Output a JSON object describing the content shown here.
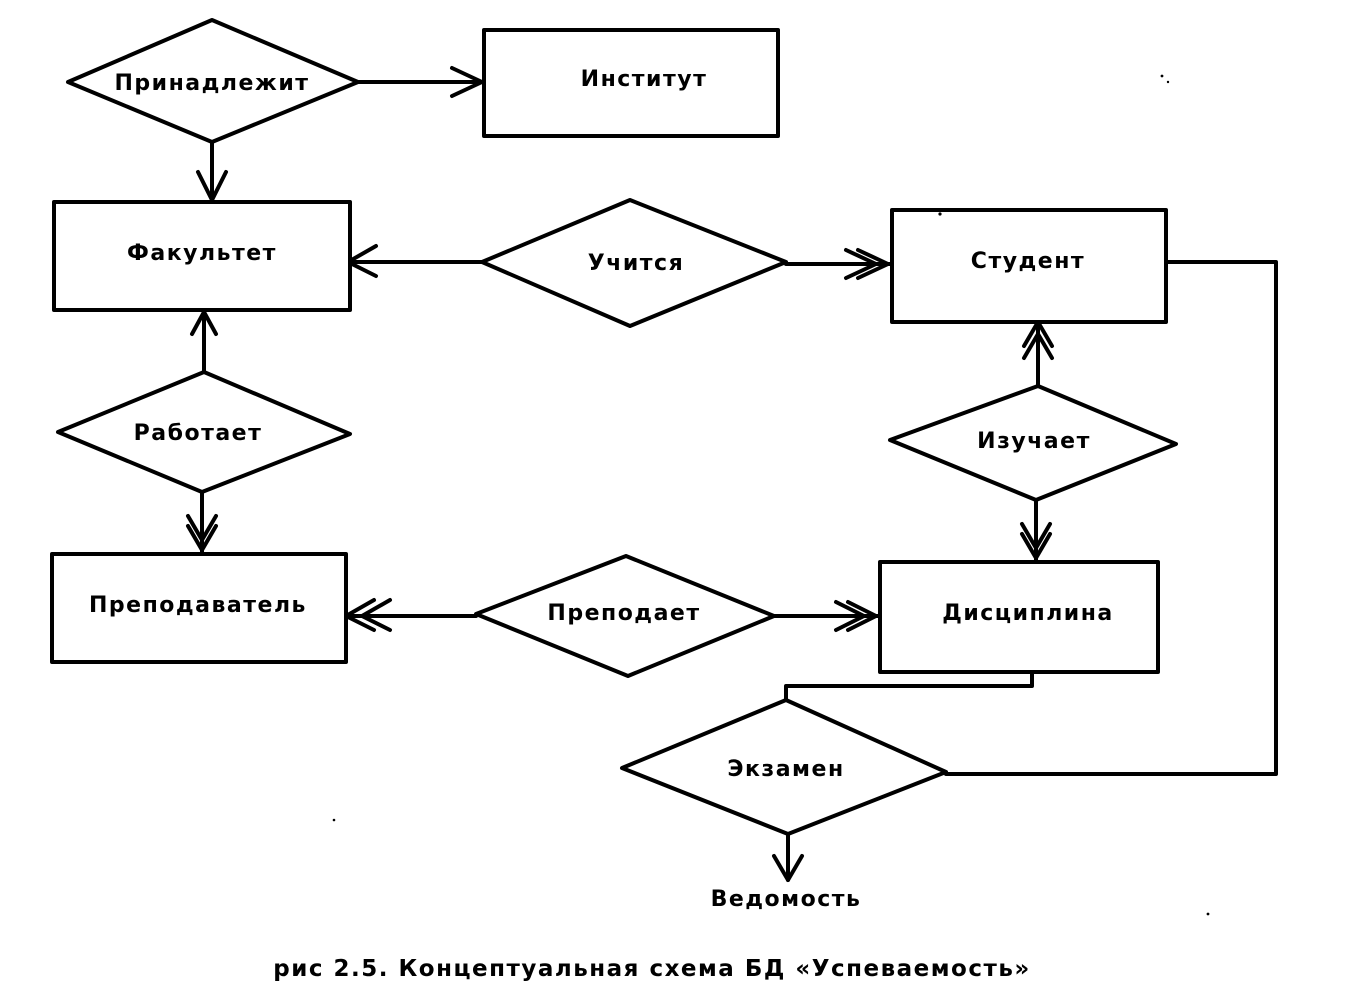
{
  "entities": {
    "institut": "Институт",
    "fakultet": "Факультет",
    "student": "Студент",
    "prepodavatel": "Преподаватель",
    "disciplina": "Дисциплина"
  },
  "relationships": {
    "prinadlezhit": "Принадлежит",
    "uchitsya": "Учится",
    "rabotaet": "Работает",
    "izuchaet": "Изучает",
    "prepodaet": "Преподает",
    "ekzamen": "Экзамен"
  },
  "output": {
    "vedomost": "Ведомость"
  },
  "caption": "рис 2.5. Концептуальная схема БД «Успеваемость»"
}
